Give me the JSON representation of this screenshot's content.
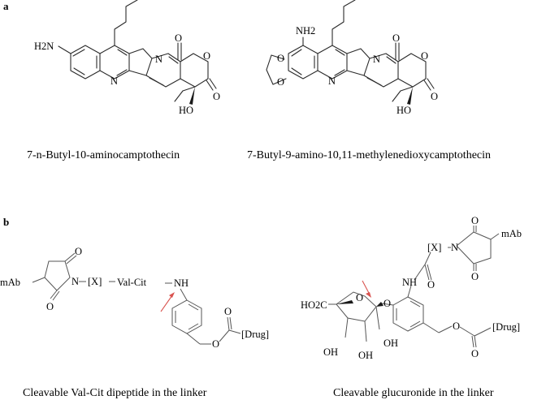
{
  "panel_a": {
    "label": "a",
    "mol1": {
      "name": "7-n-Butyl-10-aminocamptothecin",
      "atoms": {
        "amine": "H2N",
        "oxo": "O",
        "ring_n": "N",
        "quin_n": "N",
        "lactone_o": "O",
        "lactone_oxo": "O",
        "hydroxyl": "HO"
      }
    },
    "mol2": {
      "name": "7-Butyl-9-amino-10,11-methylenedioxycamptothecin",
      "atoms": {
        "amine": "NH2",
        "oxo": "O",
        "ring_n": "N",
        "quin_n": "N",
        "lactone_o": "O",
        "lactone_oxo": "O",
        "hydroxyl": "HO",
        "diox_o1": "O",
        "diox_o2": "O"
      }
    }
  },
  "panel_b": {
    "label": "b",
    "left": {
      "caption": "Cleavable Val-Cit dipeptide in the linker",
      "labels": {
        "mab": "mAb",
        "imide_n": "N",
        "oxo_top": "O",
        "oxo_bottom": "O",
        "spacer": "[X]",
        "dipeptide": "Val-Cit",
        "amide_nh": "NH",
        "ester_o": "O",
        "carbonyl_o": "O",
        "drug": "[Drug]"
      }
    },
    "right": {
      "caption": "Cleavable glucuronide in the linker",
      "labels": {
        "mab": "mAb",
        "oxo_top": "O",
        "oxo_bottom": "O",
        "imide_n": "N",
        "spacer": "[X]",
        "amide_nh": "NH",
        "amide_o": "O",
        "acid": "HO2C",
        "ring_o": "O",
        "glyco_o": "O",
        "oh1": "OH",
        "oh2": "OH",
        "oh3": "OH",
        "ester_o": "O",
        "carbonyl_o": "O",
        "drug": "[Drug]"
      }
    }
  }
}
